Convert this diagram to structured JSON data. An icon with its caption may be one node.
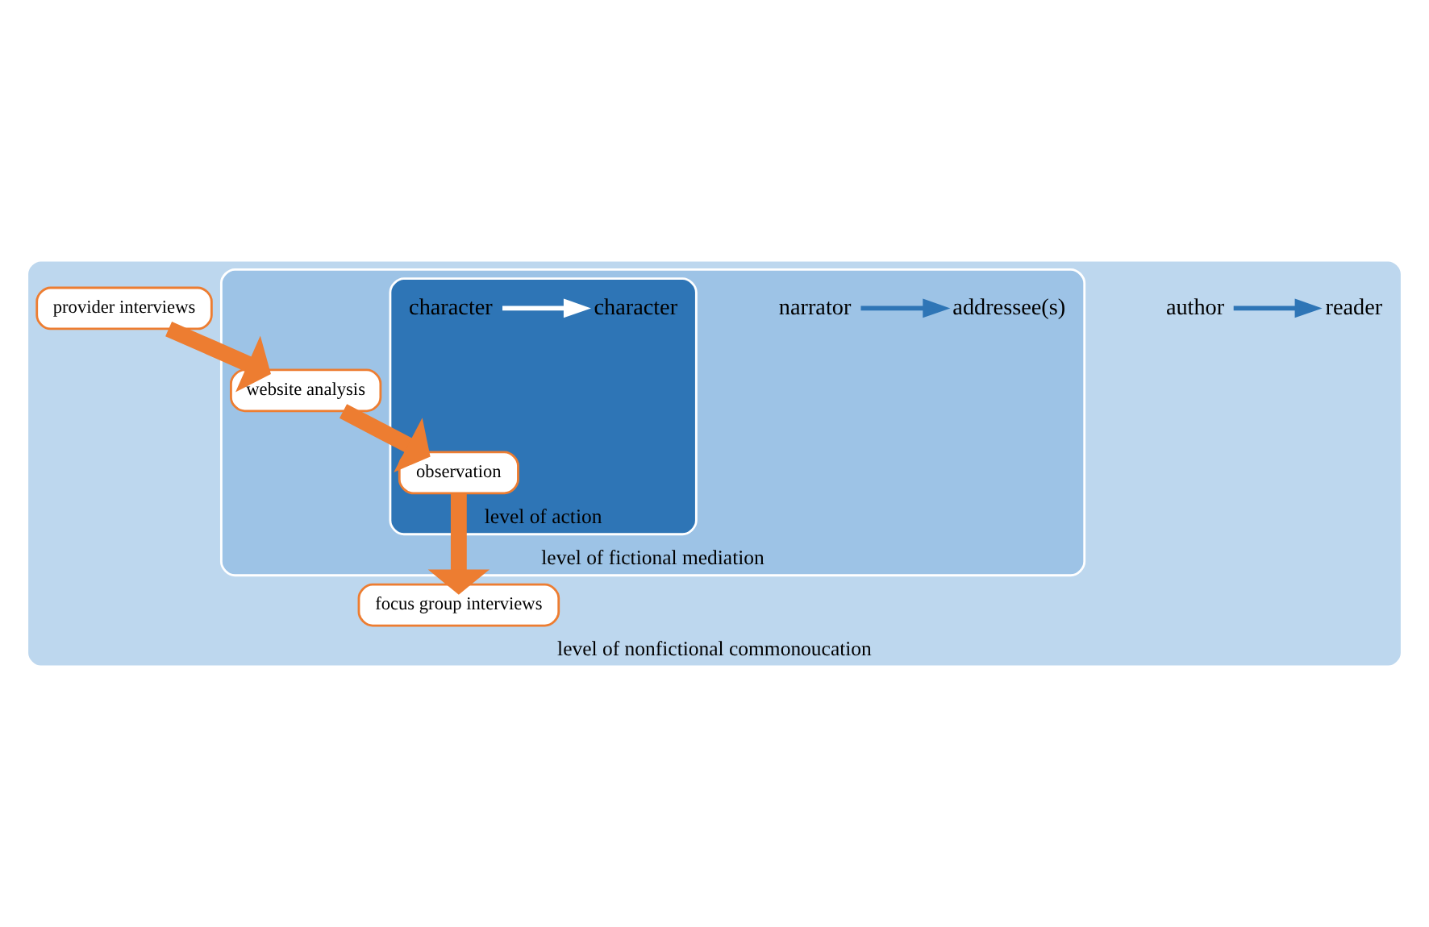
{
  "diagram": {
    "nodes": [
      {
        "text": [
          "level of nonfictional commonoucation"
        ]
      },
      {
        "text": [
          "author"
        ],
        "in": 0
      },
      {
        "text": [
          "reader"
        ],
        "in": 0
      },
      {
        "text": [
          "provider interviews"
        ],
        "in": 0
      },
      {
        "text": [
          "focus group interviews"
        ],
        "in": 0
      },
      {
        "text": [
          "level of fictional mediation"
        ],
        "in": 0
      },
      {
        "text": [
          "narrator"
        ],
        "in": 5
      },
      {
        "text": [
          "addressee(s)"
        ],
        "in": 5
      },
      {
        "text": [
          "website analysis"
        ],
        "in": 5
      },
      {
        "text": [
          "level of action"
        ],
        "in": 5
      },
      {
        "text": [
          "character"
        ],
        "in": 9
      },
      {
        "text": [
          "character"
        ],
        "in": 9
      },
      {
        "text": [
          "observation"
        ],
        "in": 9
      }
    ],
    "edges": [
      {
        "from": 1,
        "to": 2,
        "arrow": "to",
        "color": "#2e75b6"
      },
      {
        "from": 6,
        "to": 7,
        "arrow": "to",
        "color": "#2e75b6"
      },
      {
        "from": 10,
        "to": 11,
        "arrow": "to",
        "color": "#ffffff"
      },
      {
        "from": 3,
        "to": 8,
        "arrow": "to",
        "style": "thick",
        "color": "#ed7d31"
      },
      {
        "from": 8,
        "to": 12,
        "arrow": "to",
        "style": "thick",
        "color": "#ed7d31"
      },
      {
        "from": 12,
        "to": 4,
        "arrow": "to",
        "style": "thick",
        "color": "#ed7d31"
      }
    ]
  }
}
